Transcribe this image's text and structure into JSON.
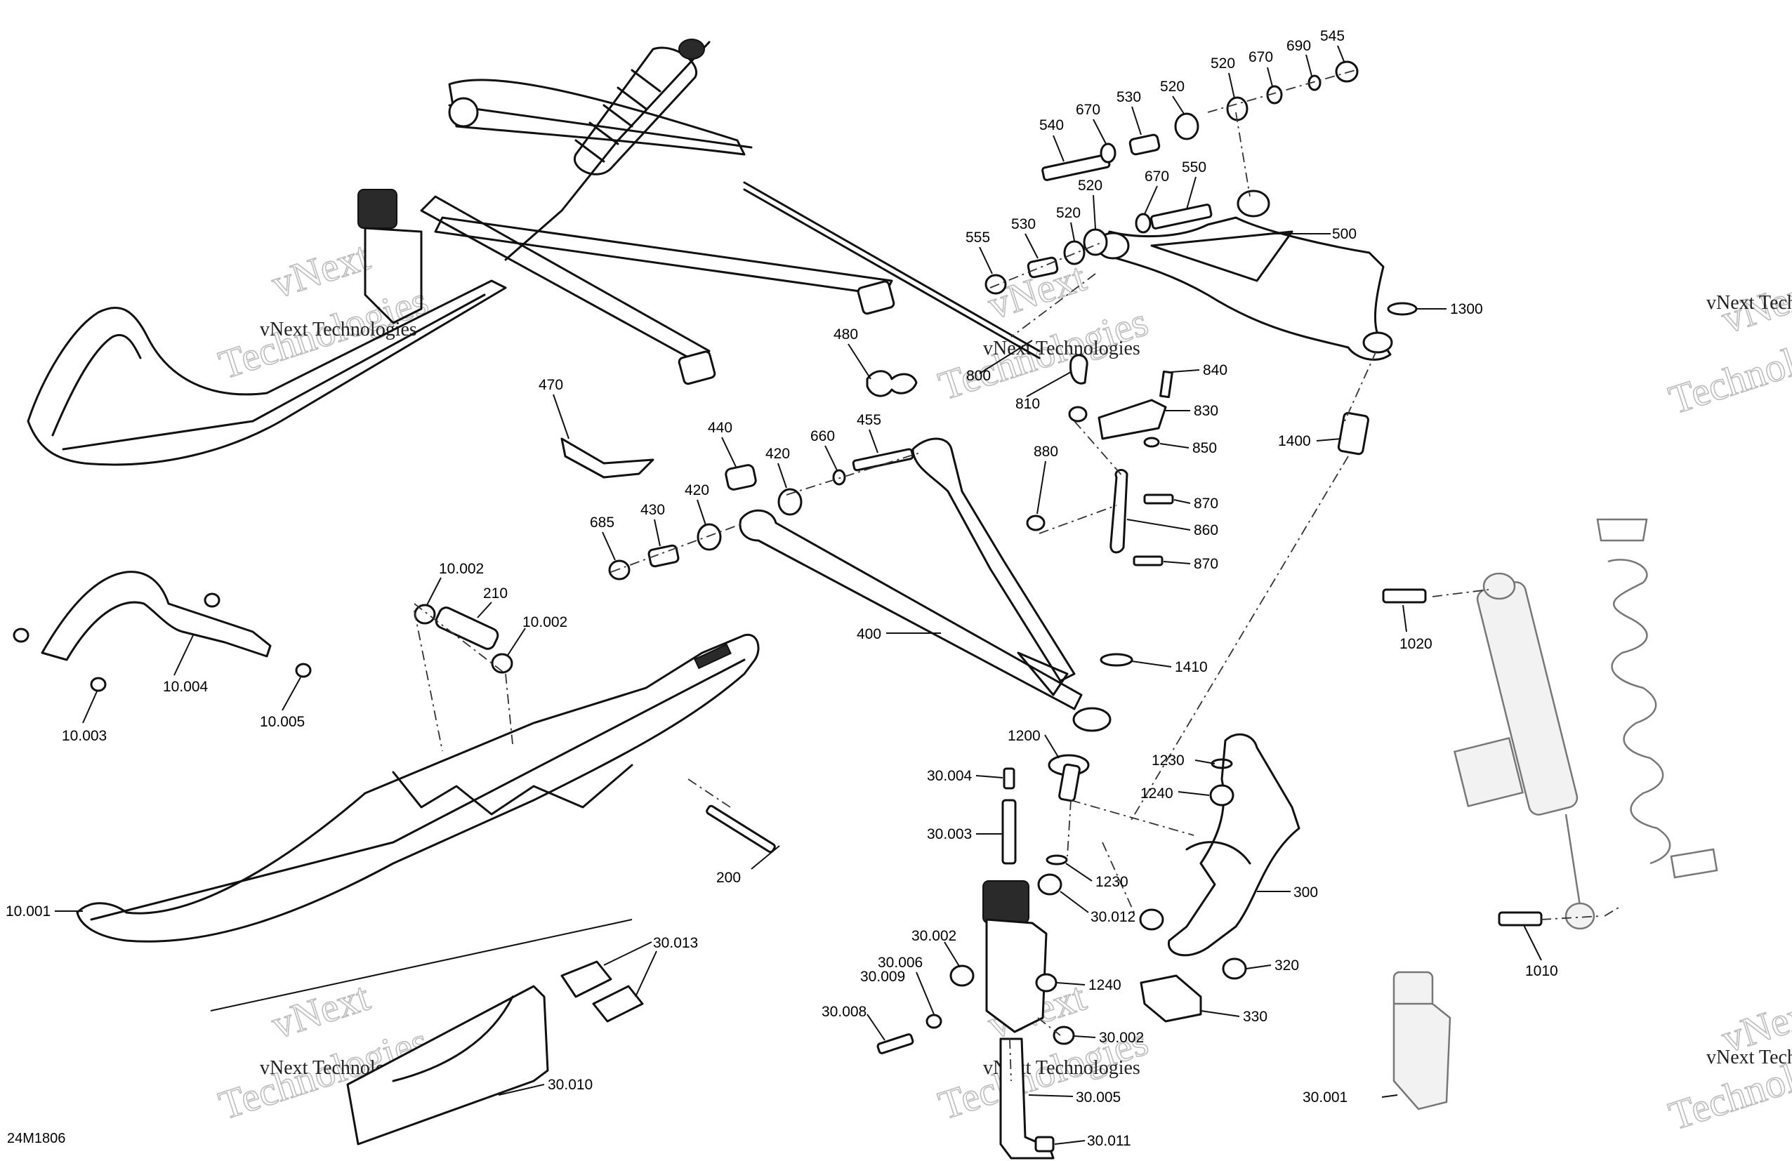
{
  "diagram_code": "24M1806",
  "watermark": {
    "line1": "vNext",
    "line2": "Technologies",
    "full": "vNext Technologies"
  },
  "callouts": [
    {
      "id": "545",
      "label": "545"
    },
    {
      "id": "690",
      "label": "690"
    },
    {
      "id": "670a",
      "label": "670"
    },
    {
      "id": "520a",
      "label": "520"
    },
    {
      "id": "520b",
      "label": "520"
    },
    {
      "id": "530a",
      "label": "530"
    },
    {
      "id": "670b",
      "label": "670"
    },
    {
      "id": "540",
      "label": "540"
    },
    {
      "id": "670c",
      "label": "670"
    },
    {
      "id": "550",
      "label": "550"
    },
    {
      "id": "520c",
      "label": "520"
    },
    {
      "id": "520d",
      "label": "520"
    },
    {
      "id": "530b",
      "label": "530"
    },
    {
      "id": "555",
      "label": "555"
    },
    {
      "id": "500",
      "label": "500"
    },
    {
      "id": "1300",
      "label": "1300"
    },
    {
      "id": "480",
      "label": "480"
    },
    {
      "id": "800",
      "label": "800"
    },
    {
      "id": "810",
      "label": "810"
    },
    {
      "id": "840",
      "label": "840"
    },
    {
      "id": "830",
      "label": "830"
    },
    {
      "id": "850",
      "label": "850"
    },
    {
      "id": "1400",
      "label": "1400"
    },
    {
      "id": "470",
      "label": "470"
    },
    {
      "id": "440",
      "label": "440"
    },
    {
      "id": "420a",
      "label": "420"
    },
    {
      "id": "660",
      "label": "660"
    },
    {
      "id": "455",
      "label": "455"
    },
    {
      "id": "880",
      "label": "880"
    },
    {
      "id": "870a",
      "label": "870"
    },
    {
      "id": "860",
      "label": "860"
    },
    {
      "id": "870b",
      "label": "870"
    },
    {
      "id": "420b",
      "label": "420"
    },
    {
      "id": "430",
      "label": "430"
    },
    {
      "id": "685",
      "label": "685"
    },
    {
      "id": "10.002a",
      "label": "10.002"
    },
    {
      "id": "210",
      "label": "210"
    },
    {
      "id": "10.002b",
      "label": "10.002"
    },
    {
      "id": "400",
      "label": "400"
    },
    {
      "id": "1410",
      "label": "1410"
    },
    {
      "id": "1020",
      "label": "1020"
    },
    {
      "id": "10.004",
      "label": "10.004"
    },
    {
      "id": "10.003",
      "label": "10.003"
    },
    {
      "id": "10.005",
      "label": "10.005"
    },
    {
      "id": "1200",
      "label": "1200"
    },
    {
      "id": "1230a",
      "label": "1230"
    },
    {
      "id": "1240a",
      "label": "1240"
    },
    {
      "id": "30.004",
      "label": "30.004"
    },
    {
      "id": "30.003",
      "label": "30.003"
    },
    {
      "id": "1230b",
      "label": "1230"
    },
    {
      "id": "200",
      "label": "200"
    },
    {
      "id": "300",
      "label": "300"
    },
    {
      "id": "30.012",
      "label": "30.012"
    },
    {
      "id": "10.001",
      "label": "10.001"
    },
    {
      "id": "30.013",
      "label": "30.013"
    },
    {
      "id": "30.002a",
      "label": "30.002"
    },
    {
      "id": "30.006",
      "label": "30.006"
    },
    {
      "id": "30.009",
      "label": "30.009"
    },
    {
      "id": "320",
      "label": "320"
    },
    {
      "id": "1010",
      "label": "1010"
    },
    {
      "id": "1240b",
      "label": "1240"
    },
    {
      "id": "330",
      "label": "330"
    },
    {
      "id": "30.008",
      "label": "30.008"
    },
    {
      "id": "30.002b",
      "label": "30.002"
    },
    {
      "id": "30.010",
      "label": "30.010"
    },
    {
      "id": "30.005",
      "label": "30.005"
    },
    {
      "id": "30.001",
      "label": "30.001"
    },
    {
      "id": "30.011",
      "label": "30.011"
    }
  ]
}
